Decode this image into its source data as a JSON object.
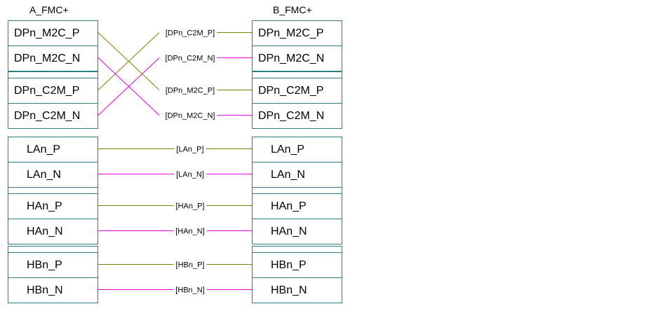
{
  "left_title": "A_FMC+",
  "right_title": "B_FMC+",
  "colors": {
    "p_wire": "#808000",
    "n_wire": "#e000e0",
    "border": "#2e7b86"
  },
  "left_pins": [
    {
      "label": "DPn_M2C_P"
    },
    {
      "label": "DPn_M2C_N"
    },
    {
      "label": "DPn_C2M_P"
    },
    {
      "label": "DPn_C2M_N"
    },
    {
      "label": "LAn_P"
    },
    {
      "label": "LAn_N"
    },
    {
      "label": "HAn_P"
    },
    {
      "label": "HAn_N"
    },
    {
      "label": "HBn_P"
    },
    {
      "label": "HBn_N"
    }
  ],
  "right_pins": [
    {
      "label": "DPn_M2C_P"
    },
    {
      "label": "DPn_M2C_N"
    },
    {
      "label": "DPn_C2M_P"
    },
    {
      "label": "DPn_C2M_N"
    },
    {
      "label": "LAn_P"
    },
    {
      "label": "LAn_N"
    },
    {
      "label": "HAn_P"
    },
    {
      "label": "HAn_N"
    },
    {
      "label": "HBn_P"
    },
    {
      "label": "HBn_N"
    }
  ],
  "nets": [
    {
      "label": "[DPn_C2M_P]",
      "polarity": "p"
    },
    {
      "label": "[DPn_C2M_N]",
      "polarity": "n"
    },
    {
      "label": "[DPn_M2C_P]",
      "polarity": "p"
    },
    {
      "label": "[DPn_M2C_N]",
      "polarity": "n"
    },
    {
      "label": "[LAn_P]",
      "polarity": "p"
    },
    {
      "label": "[LAn_N]",
      "polarity": "n"
    },
    {
      "label": "[HAn_P]",
      "polarity": "p"
    },
    {
      "label": "[HAn_N]",
      "polarity": "n"
    },
    {
      "label": "[HBn_P]",
      "polarity": "p"
    },
    {
      "label": "[HBn_N]",
      "polarity": "n"
    }
  ]
}
